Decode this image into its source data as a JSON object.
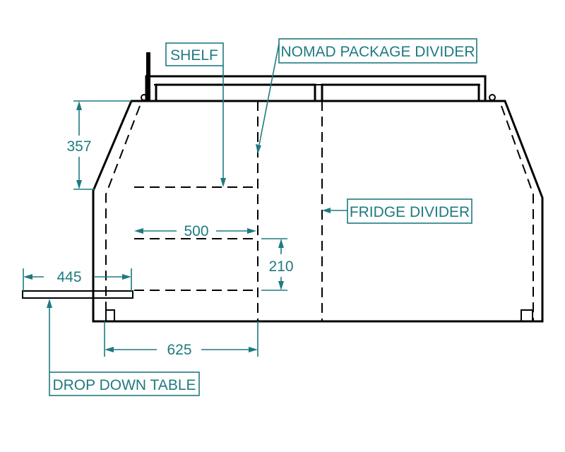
{
  "labels": {
    "shelf": "SHELF",
    "nomad_divider": "NOMAD PACKAGE DIVIDER",
    "fridge_divider": "FRIDGE DIVIDER",
    "drop_down_table": "DROP DOWN TABLE"
  },
  "dimensions": {
    "shelf_height": "357",
    "shelf_width": "500",
    "lower_shelf_gap": "210",
    "table_length": "445",
    "base_width": "625"
  },
  "colors": {
    "annotation": "#1f7a80",
    "outline": "#000000"
  }
}
